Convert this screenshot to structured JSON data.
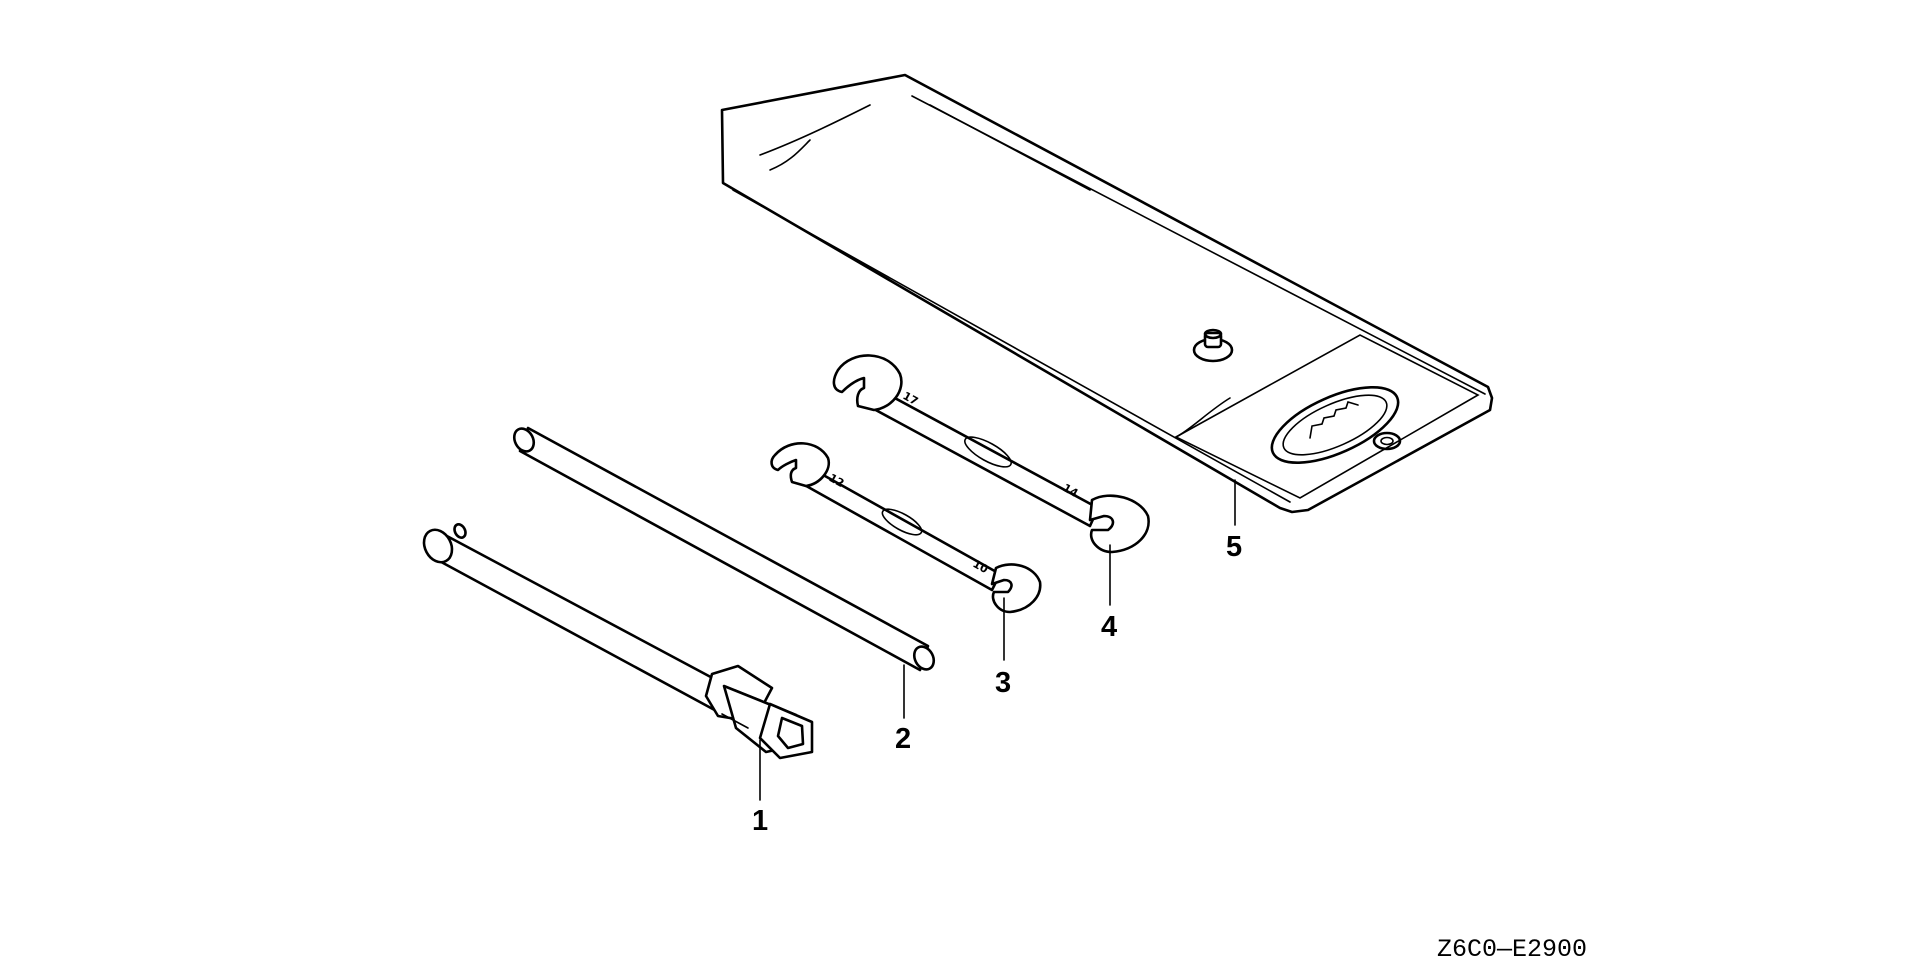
{
  "diagram": {
    "parts": [
      {
        "id": "plug-wrench",
        "label": "1"
      },
      {
        "id": "handle-bar",
        "label": "2"
      },
      {
        "id": "wrench-small",
        "label": "3"
      },
      {
        "id": "wrench-large",
        "label": "4"
      },
      {
        "id": "tool-bag",
        "label": "5"
      }
    ],
    "drawing_code": "Z6C0—E2900",
    "wrench_small_marks": [
      "12",
      "10"
    ],
    "wrench_large_marks": [
      "17",
      "14"
    ],
    "colors": {
      "line": "#000000",
      "background": "#ffffff"
    }
  }
}
